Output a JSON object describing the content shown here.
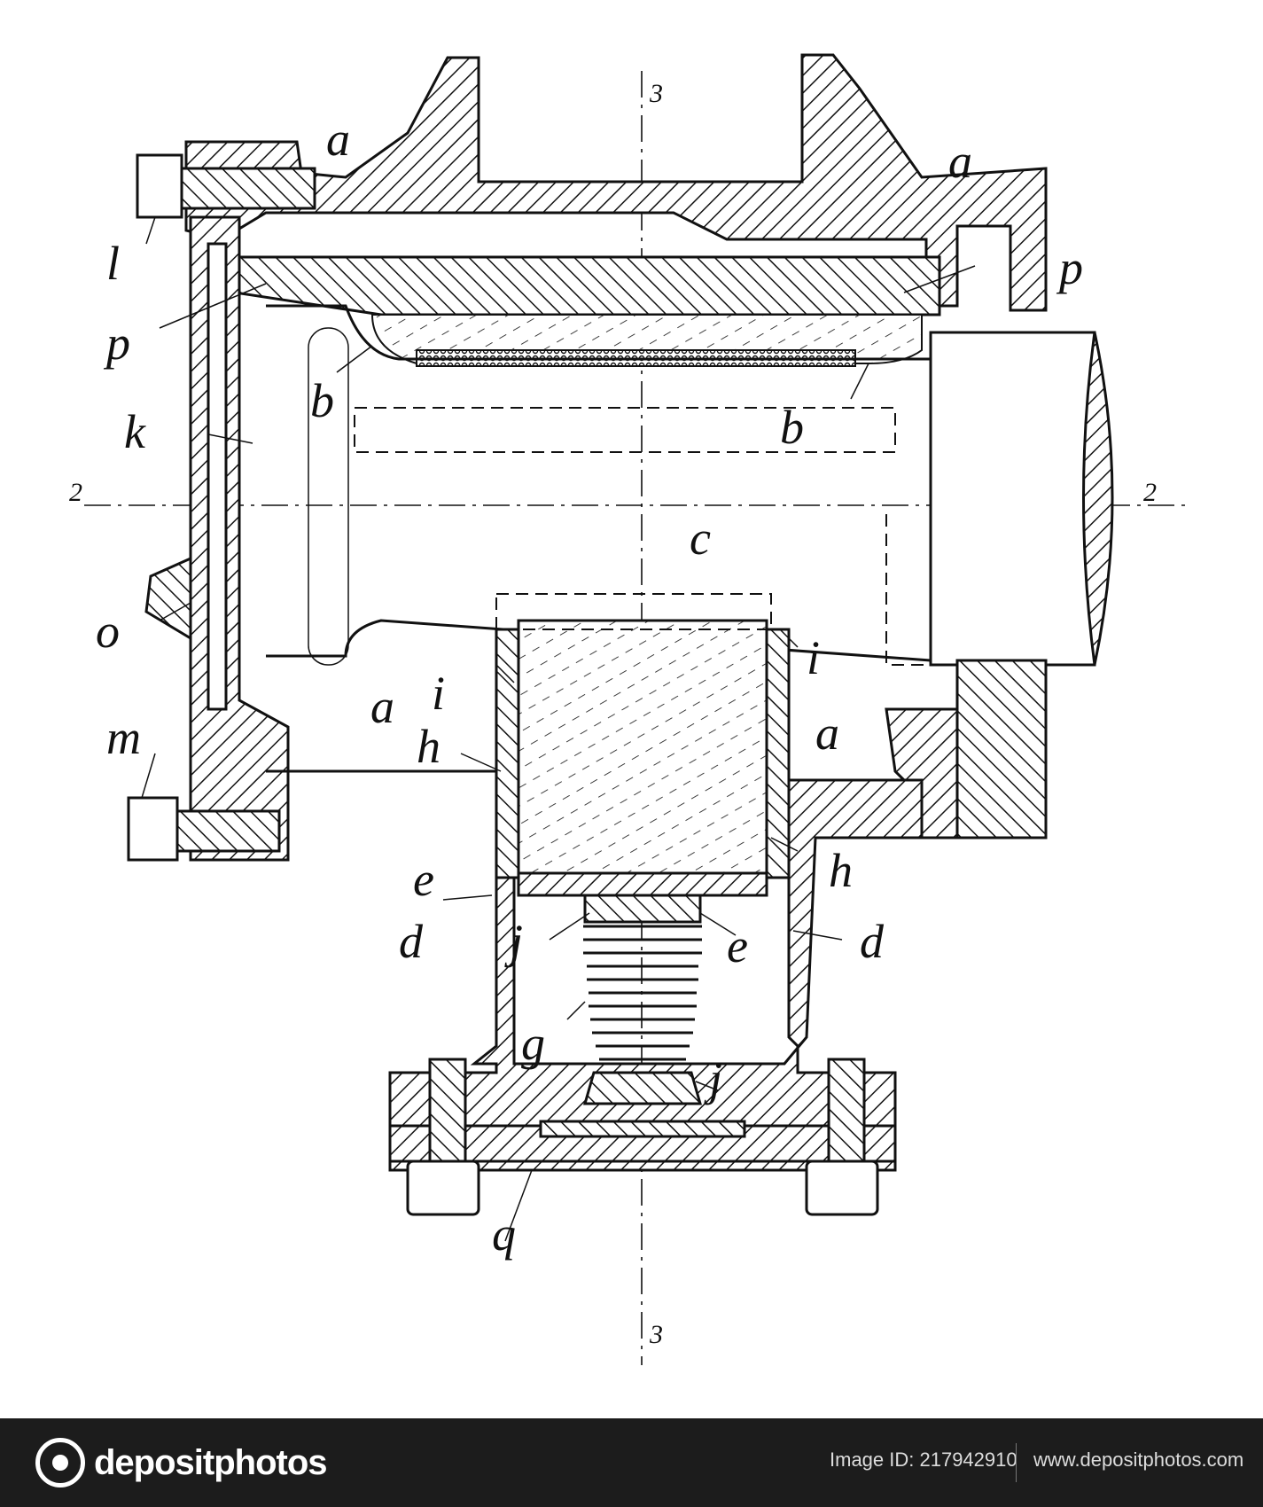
{
  "labels": {
    "a_top_left": "a",
    "a_top_right": "a",
    "a_mid_left": "a",
    "a_mid_right": "a",
    "l": "l",
    "p_left": "p",
    "p_right": "p",
    "b_left": "b",
    "b_right": "b",
    "k": "k",
    "c": "c",
    "o": "o",
    "m": "m",
    "i_left": "i",
    "i_right": "i",
    "h_left": "h",
    "h_right": "h",
    "e_left": "e",
    "e_right": "e",
    "d_left": "d",
    "d_right": "d",
    "j_top": "j",
    "j_bottom": "j",
    "g": "g",
    "q": "q",
    "sec3_top": "3",
    "sec3_bottom": "3",
    "sec2_left": "2",
    "sec2_right": "2"
  },
  "footer": {
    "brand": "depositphotos",
    "image_id": "Image ID: 217942910",
    "url": "www.depositphotos.com"
  }
}
